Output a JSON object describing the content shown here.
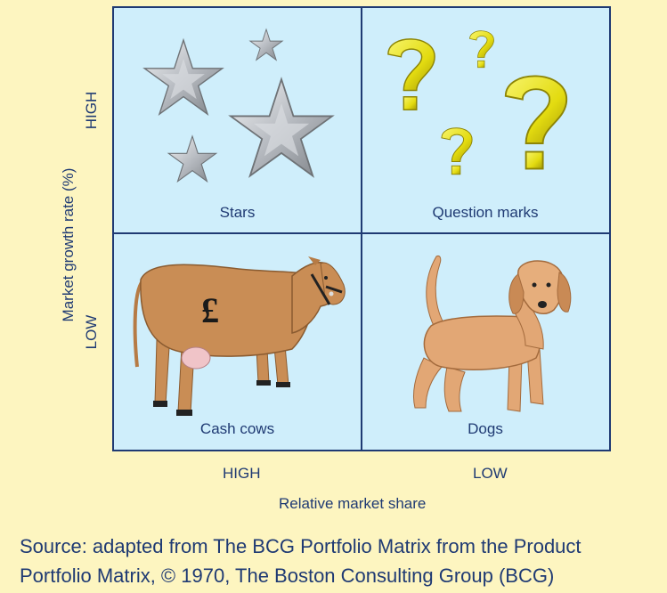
{
  "quadrants": {
    "top_left": "Stars",
    "top_right": "Question marks",
    "bottom_left": "Cash cows",
    "bottom_right": "Dogs"
  },
  "icons": {
    "top_left": "star-icon",
    "top_right": "question-mark-icon",
    "bottom_left": "cow-icon",
    "bottom_right": "dog-icon"
  },
  "cow_symbol": "£",
  "axes": {
    "y_title": "Market growth rate (%)",
    "y_high": "HIGH",
    "y_low": "LOW",
    "x_title": "Relative market share",
    "x_high": "HIGH",
    "x_low": "LOW"
  },
  "source": "Source: adapted from The BCG Portfolio Matrix from the Product Portfolio Matrix, © 1970, The Boston Consulting Group (BCG)",
  "colors": {
    "background": "#fdf5c0",
    "quadrant_fill": "#cfeefb",
    "text": "#1f3a73",
    "star": "#b8bcc2",
    "question_mark": "#e8e020",
    "cow": "#c98d55",
    "dog": "#e2a775"
  }
}
